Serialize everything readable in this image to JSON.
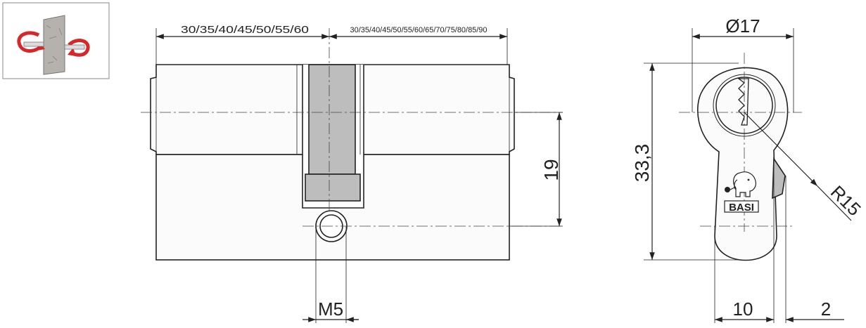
{
  "thumbnail": {
    "icon": "double-rotation-icon",
    "arrow_color": "#d62828",
    "panel_color": "#b5b2ad"
  },
  "dimensions": {
    "left_lengths": "30/35/40/45/50/55/60",
    "right_lengths": "30/35/40/45/50/55/60/65/70/75/80/85/90",
    "height_19": "19",
    "height_33": "33,3",
    "diameter": "Ø17",
    "radius": "R15",
    "screw": "M5",
    "width_10": "10",
    "width_2": "2"
  },
  "brand": {
    "name": "BASI",
    "logo": "elephant-logo-icon"
  }
}
